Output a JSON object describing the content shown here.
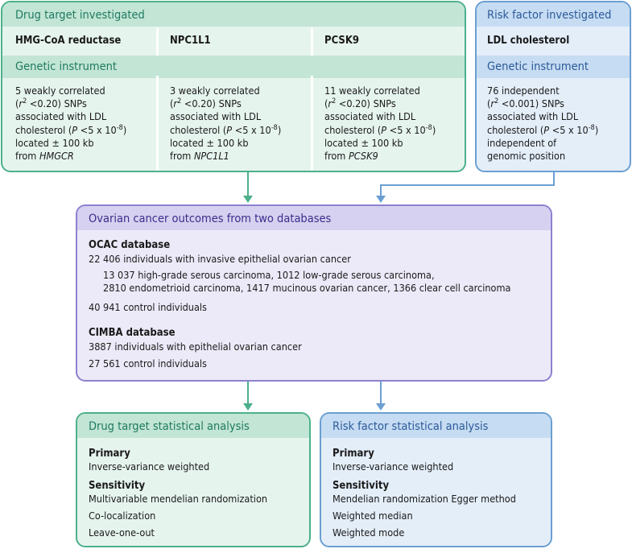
{
  "drug_target": {
    "header": "Drug target investigated",
    "targets": [
      "HMG-CoA reductase",
      "NPC1L1",
      "PCSK9"
    ],
    "instrument_header": "Genetic instrument",
    "instruments": [
      {
        "l1": "5 weakly correlated",
        "l2_pre": "(",
        "l2_r": "r",
        "l2_sup": "2",
        "l2_post": " <0.20) SNPs",
        "l3": "associated with LDL",
        "l4_pre": "cholesterol (",
        "l4_p": "P",
        "l4_mid": " <5 x 10",
        "l4_sup": "-8",
        "l4_post": ")",
        "l5": "located ± 100 kb",
        "l6_pre": "from ",
        "l6_gene": "HMGCR"
      },
      {
        "l1": "3 weakly correlated",
        "l2_pre": "(",
        "l2_r": "r",
        "l2_sup": "2",
        "l2_post": " <0.20) SNPs",
        "l3": "associated with LDL",
        "l4_pre": "cholesterol (",
        "l4_p": "P",
        "l4_mid": " <5 x 10",
        "l4_sup": "-8",
        "l4_post": ")",
        "l5": "located ± 100 kb",
        "l6_pre": "from ",
        "l6_gene": "NPC1L1"
      },
      {
        "l1": "11 weakly correlated",
        "l2_pre": "(",
        "l2_r": "r",
        "l2_sup": "2",
        "l2_post": " <0.20) SNPs",
        "l3": "associated with LDL",
        "l4_pre": "cholesterol (",
        "l4_p": "P",
        "l4_mid": " <5 x 10",
        "l4_sup": "-8",
        "l4_post": ")",
        "l5": "located ± 100 kb",
        "l6_pre": "from ",
        "l6_gene": "PCSK9"
      }
    ]
  },
  "risk_factor": {
    "header": "Risk factor investigated",
    "factor": "LDL cholesterol",
    "instrument_header": "Genetic instrument",
    "instrument": {
      "l1": "76 independent",
      "l2_pre": "(",
      "l2_r": "r",
      "l2_sup": "2",
      "l2_post": " <0.001) SNPs",
      "l3": "associated with LDL",
      "l4_pre": "cholesterol (",
      "l4_p": "P",
      "l4_mid": " <5 x 10",
      "l4_sup": "-8",
      "l4_post": ")",
      "l5": "independent of",
      "l6": "genomic position"
    }
  },
  "outcomes": {
    "header": "Ovarian cancer outcomes from two databases",
    "ocac_title": "OCAC database",
    "ocac_cases": "22 406 individuals with invasive epithelial ovarian cancer",
    "ocac_subtypes_1": "13 037 high-grade serous carcinoma, 1012 low-grade serous carcinoma,",
    "ocac_subtypes_2": "2810 endometrioid carcinoma, 1417 mucinous ovarian cancer, 1366 clear cell carcinoma",
    "ocac_controls": "40 941 control individuals",
    "cimba_title": "CIMBA database",
    "cimba_cases": "3887 individuals with epithelial ovarian cancer",
    "cimba_controls": "27 561 control individuals"
  },
  "drug_analysis": {
    "header": "Drug target statistical analysis",
    "primary_label": "Primary",
    "primary": "Inverse-variance weighted",
    "sensitivity_label": "Sensitivity",
    "sensitivity": [
      "Multivariable mendelian randomization",
      "Co-localization",
      "Leave-one-out"
    ]
  },
  "risk_analysis": {
    "header": "Risk factor statistical analysis",
    "primary_label": "Primary",
    "primary": "Inverse-variance weighted",
    "sensitivity_label": "Sensitivity",
    "sensitivity": [
      "Mendelian randomization Egger method",
      "Weighted median",
      "Weighted mode"
    ]
  },
  "colors": {
    "green": "#4cb08b",
    "blue": "#6b9fd1",
    "purple": "#8d81cf"
  }
}
